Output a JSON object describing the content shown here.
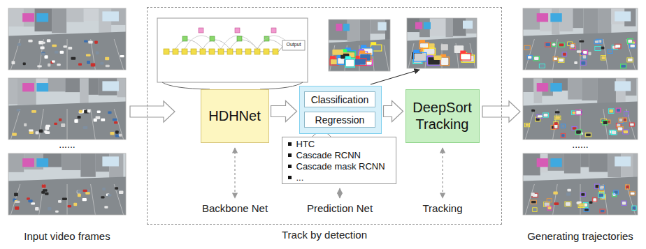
{
  "diagram": {
    "nodes": [
      {
        "text": [
          "Track by detection"
        ]
      },
      {
        "text": [
          "HDHNet"
        ],
        "in": 0
      },
      {
        "text": [],
        "in": 0
      },
      {
        "text": [
          "Classification"
        ],
        "in": 2
      },
      {
        "text": [
          "Regression"
        ],
        "in": 2
      },
      {
        "text": [
          "HTC",
          "Cascade RCNN",
          "Cascade mask RCNN",
          "..."
        ],
        "in": 0
      },
      {
        "text": [
          "DeepSort Tracking"
        ],
        "in": 0
      }
    ],
    "edges": [
      {
        "from": 1,
        "to": 2,
        "arrow": "to"
      },
      {
        "from": 2,
        "to": 6,
        "arrow": "to"
      }
    ],
    "labels": [
      "Input video frames",
      "......",
      "Output",
      "Backbone Net",
      "Prediction Net",
      "Tracking",
      "Generating trajectories",
      "......"
    ]
  }
}
